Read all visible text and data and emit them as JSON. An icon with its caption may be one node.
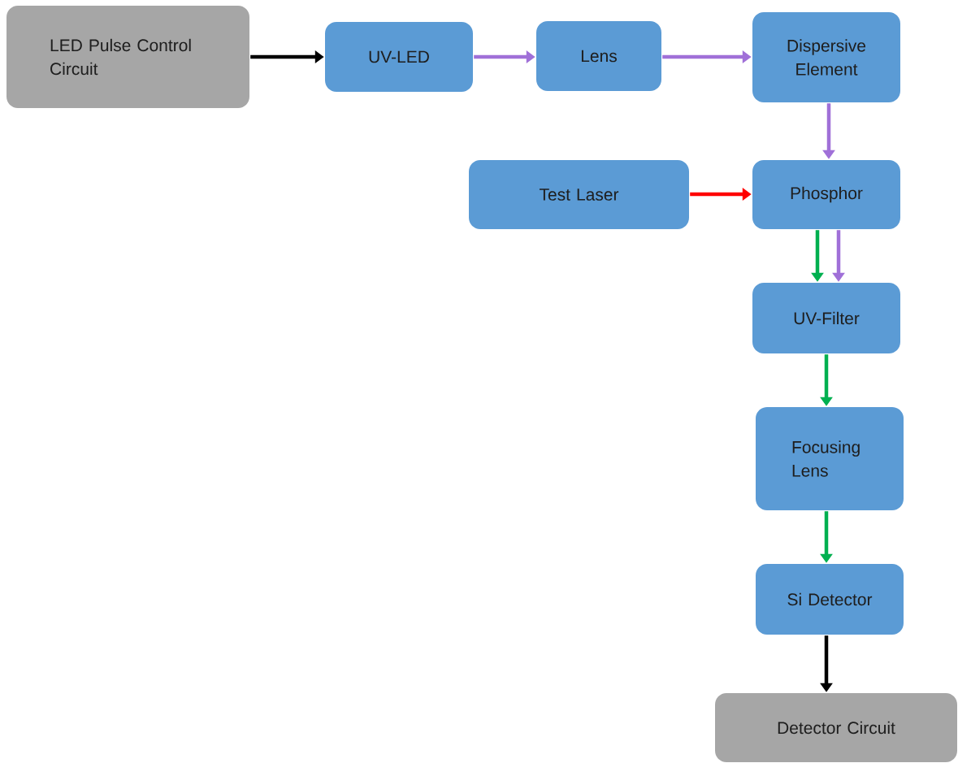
{
  "diagram": {
    "nodes": [
      {
        "text": [
          "LED Pulse Control Circuit"
        ]
      },
      {
        "text": [
          "UV-LED"
        ]
      },
      {
        "text": [
          "Lens"
        ]
      },
      {
        "text": [
          "Dispersive Element"
        ]
      },
      {
        "text": [
          "Test Laser"
        ]
      },
      {
        "text": [
          "Phosphor"
        ]
      },
      {
        "text": [
          "UV-Filter"
        ]
      },
      {
        "text": [
          "Focusing Lens"
        ]
      },
      {
        "text": [
          "Si Detector"
        ]
      },
      {
        "text": [
          "Detector Circuit"
        ]
      }
    ],
    "edges": [
      {
        "from": 0,
        "to": 1,
        "arrow": "to",
        "color": "#000000"
      },
      {
        "from": 1,
        "to": 2,
        "arrow": "to",
        "color": "#a070d8"
      },
      {
        "from": 2,
        "to": 3,
        "arrow": "to",
        "color": "#a070d8"
      },
      {
        "from": 3,
        "to": 5,
        "arrow": "to",
        "color": "#a070d8"
      },
      {
        "from": 4,
        "to": 5,
        "arrow": "to",
        "color": "#ff0000"
      },
      {
        "from": 5,
        "to": 6,
        "arrow": "to",
        "color": "#00b050"
      },
      {
        "from": 5,
        "to": 6,
        "arrow": "to",
        "color": "#a070d8"
      },
      {
        "from": 6,
        "to": 7,
        "arrow": "to",
        "color": "#00b050"
      },
      {
        "from": 7,
        "to": 8,
        "arrow": "to",
        "color": "#00b050"
      },
      {
        "from": 8,
        "to": 9,
        "arrow": "to",
        "color": "#000000"
      }
    ]
  }
}
